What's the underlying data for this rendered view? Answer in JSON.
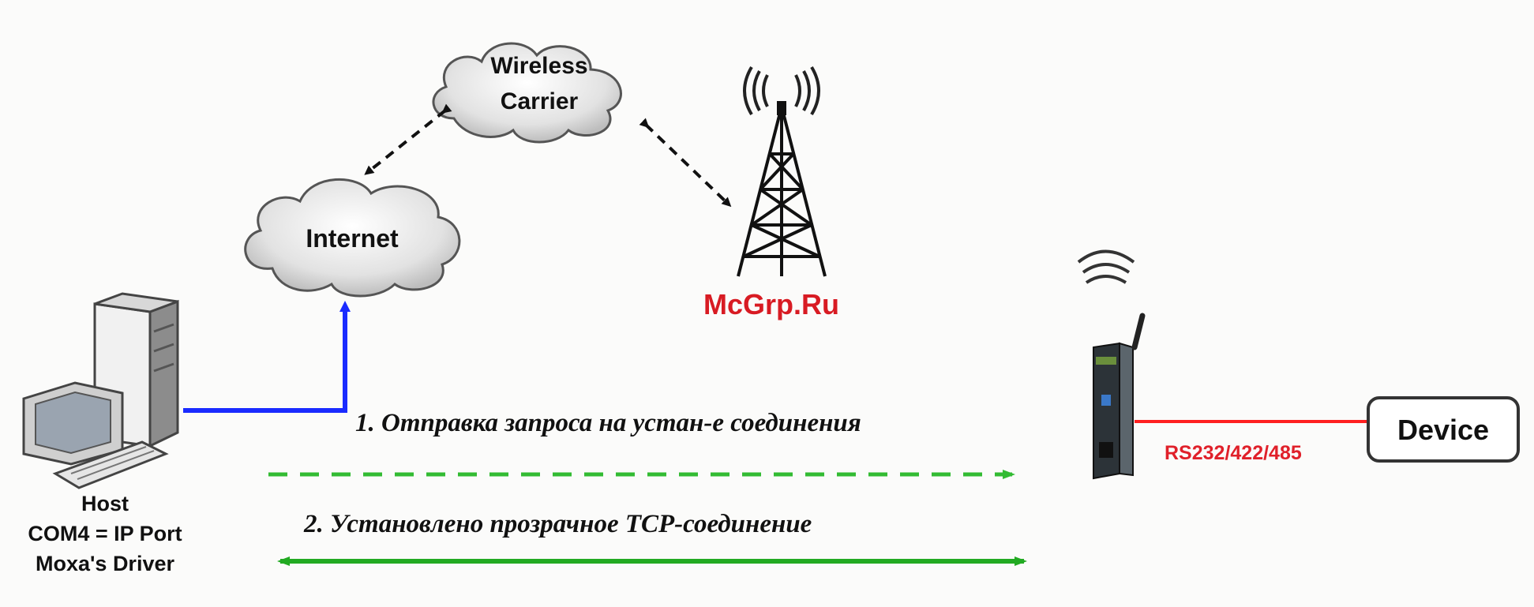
{
  "nodes": {
    "wireless_carrier": {
      "line1": "Wireless",
      "line2": "Carrier"
    },
    "internet": {
      "label": "Internet"
    },
    "host": {
      "line1": "Host",
      "line2": "COM4 = IP Port",
      "line3": "Moxa's Driver"
    },
    "device": {
      "label": "Device"
    }
  },
  "links": {
    "serial_label": "RS232/422/485"
  },
  "steps": {
    "step1": "1. Отправка запроса на устан-е соединения",
    "step2": "2. Установлено прозрачное TCP-соединение"
  },
  "watermark": "McGrp.Ru",
  "colors": {
    "host_line": "#1a2bff",
    "serial_line": "#ff2020",
    "serial_label": "#e0202a",
    "request_arrow": "#33bb33",
    "tcp_arrow": "#22aa22",
    "watermark": "#d81b23",
    "cloud_fill": "#d9d9d9"
  },
  "icons": [
    "cloud-icon",
    "cell-tower-icon",
    "server-computer-icon",
    "modem-gateway-icon",
    "signal-waves-icon"
  ]
}
